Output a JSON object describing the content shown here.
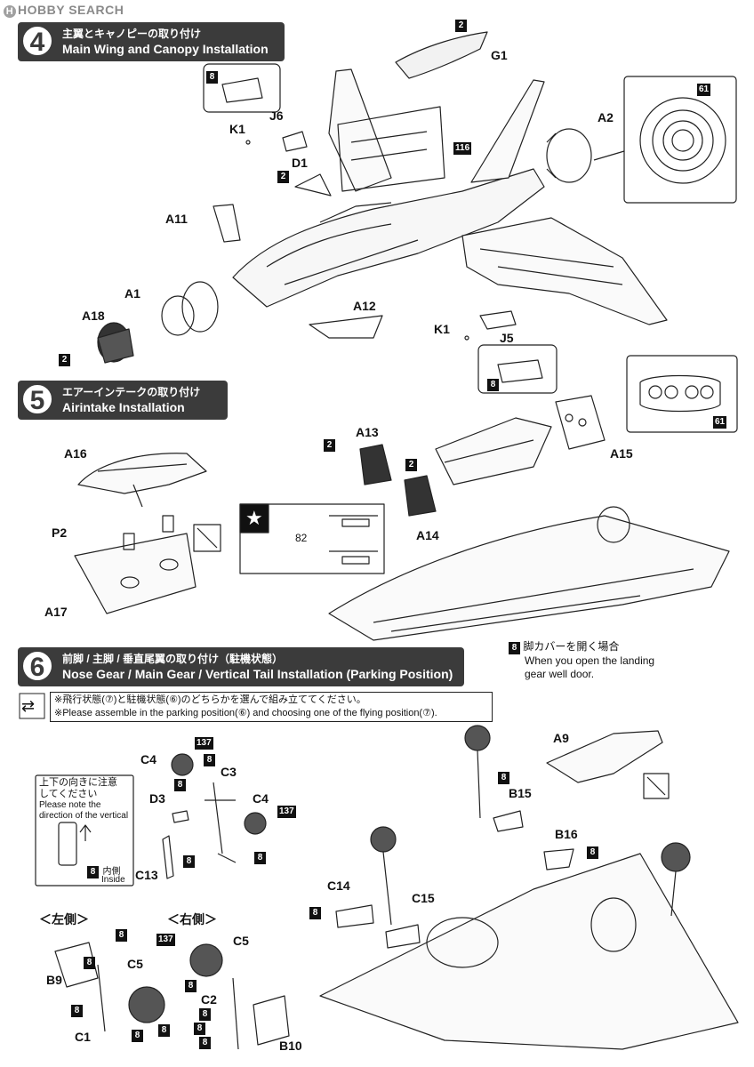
{
  "watermark": {
    "logo": "H",
    "text": "HOBBY SEARCH"
  },
  "step4": {
    "number": "4",
    "title_jp": "主翼とキャノピーの取り付け",
    "title_en": "Main Wing and Canopy Installation",
    "parts": {
      "G1": "G1",
      "A2": "A2",
      "J6": "J6",
      "K1a": "K1",
      "D1": "D1",
      "A11": "A11",
      "A1": "A1",
      "A18": "A18",
      "A12": "A12",
      "K1b": "K1",
      "J5": "J5"
    },
    "paint": {
      "g1": "2",
      "j6": "8",
      "d1": "2",
      "a18": "2",
      "j5": "8",
      "fuse": "116",
      "a2": "61"
    }
  },
  "step5": {
    "number": "5",
    "title_jp": "エアーインテークの取り付け",
    "title_en": "Airintake Installation",
    "parts": {
      "A16": "A16",
      "P2": "P2",
      "A17": "A17",
      "A13": "A13",
      "A14": "A14",
      "A15": "A15"
    },
    "paint": {
      "a13": "2",
      "a14": "2",
      "a15": "61",
      "door": "8"
    },
    "decal": "82",
    "door_note_jp": "脚カバーを開く場合",
    "door_note_en1": "When you open the landing",
    "door_note_en2": "gear well door."
  },
  "step6": {
    "number": "6",
    "title_jp": "前脚 / 主脚 / 垂直尾翼の取り付け（駐機状態）",
    "title_en": "Nose Gear / Main Gear / Vertical Tail Installation (Parking Position)",
    "option_jp": "※飛行状態(⑦)と駐機状態(⑥)のどちらかを選んで組み立ててください。",
    "option_en": "※Please assemble in the parking position(⑥) and choosing one of the flying position(⑦).",
    "direction_note": {
      "jp1": "上下の向きに注意",
      "jp2": "してください",
      "en1": "Please note the",
      "en2": "direction of the vertical",
      "paint": "8",
      "inside_jp": "内側",
      "inside_en": "Inside"
    },
    "left_side": "＜左側＞",
    "right_side": "＜右側＞",
    "parts": {
      "C4a": "C4",
      "C3": "C3",
      "D3": "D3",
      "C4b": "C4",
      "C13": "C13",
      "B9": "B9",
      "C1": "C1",
      "C5a": "C5",
      "C5b": "C5",
      "C2": "C2",
      "B10": "B10",
      "A9": "A9",
      "B15": "B15",
      "B16": "B16",
      "C14": "C14",
      "C15": "C15"
    },
    "paint": {
      "p137": "137",
      "p8": "8"
    }
  }
}
